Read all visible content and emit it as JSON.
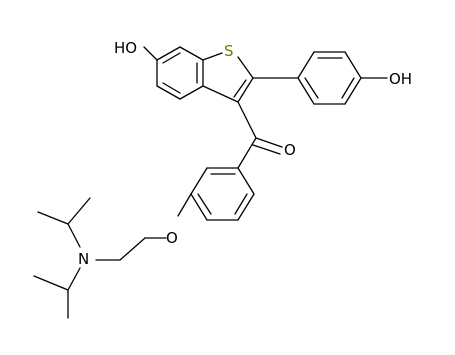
{
  "structure": {
    "atom_labels": {
      "ho_left": "HO",
      "sulfur": "S",
      "oh_right": "OH",
      "carbonyl_o": "O",
      "ether_o": "O",
      "nitrogen": "N"
    },
    "colors": {
      "bond": "#000000",
      "sulfur": "#7a7a00",
      "heteroatom": "#000000"
    }
  }
}
